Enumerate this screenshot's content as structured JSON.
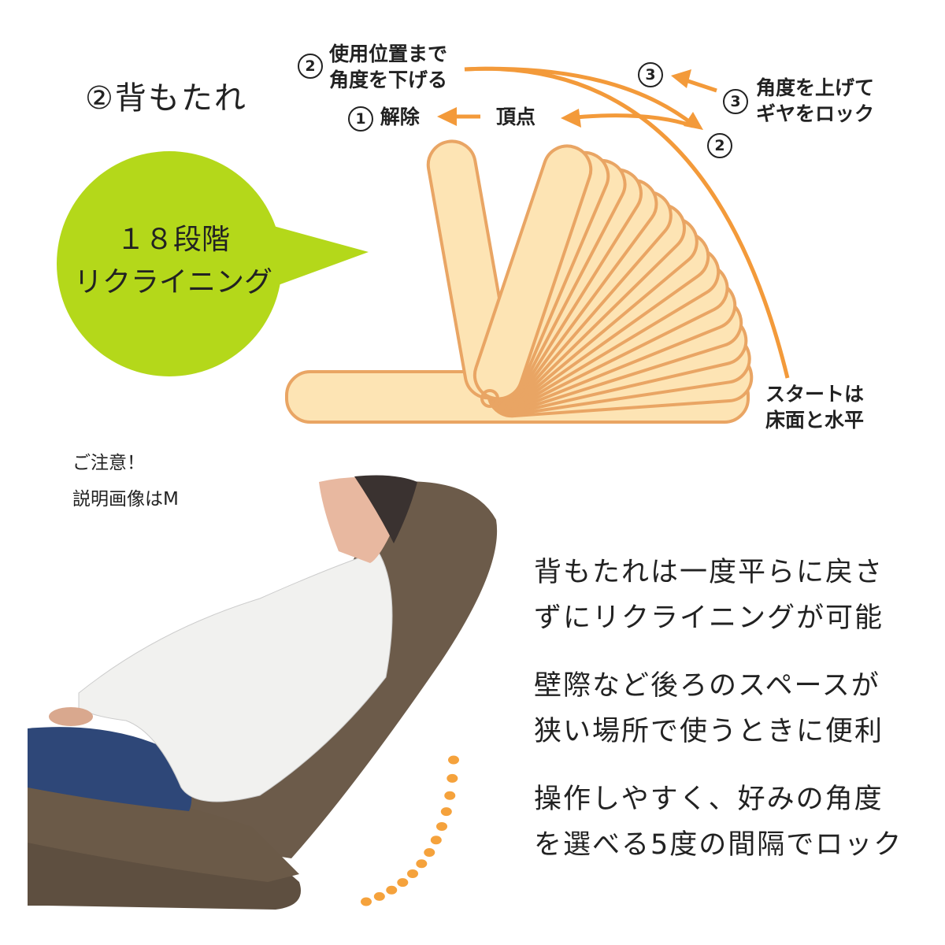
{
  "title": "②背もたれ",
  "bubble": {
    "line1": "１８段階",
    "line2": "リクライニング",
    "color": "#b4d81a"
  },
  "diagram": {
    "accent": "#f39a3a",
    "slat_fill": "#fde4b4",
    "slat_stroke": "#e9a564",
    "labels": {
      "step2_num": "2",
      "step2_text_1": "使用位置まで",
      "step2_text_2": "角度を下げる",
      "step1_num": "1",
      "step1_text": "解除",
      "apex": "頂点",
      "step3_num_top": "3",
      "step3_num": "3",
      "step3_text_1": "角度を上げて",
      "step3_text_2": "ギヤをロック",
      "step2_num_right": "2",
      "start_1": "スタートは",
      "start_2": "床面と水平"
    }
  },
  "note": {
    "line1": "ご注意！",
    "line2": "説明画像はM"
  },
  "description": [
    "背もたれは一度平らに戻さ",
    "ずにリクライニングが可能",
    "壁際など後ろのスペースが",
    "狭い場所で使うときに便利",
    "操作しやすく、好みの角度",
    "を選べる5度の間隔でロック"
  ]
}
